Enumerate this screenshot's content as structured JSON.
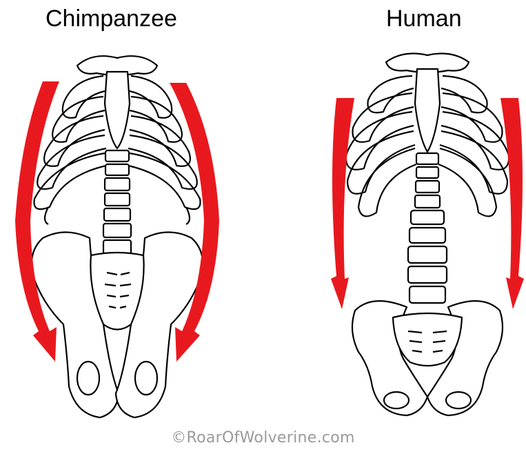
{
  "labels": {
    "left": "Chimpanzee",
    "right": "Human"
  },
  "credit": "©RoarOfWolverine.com",
  "colors": {
    "arrow": "#e8191e",
    "line": "#000000",
    "background": "#ffffff",
    "credit": "#9a9a9a"
  }
}
